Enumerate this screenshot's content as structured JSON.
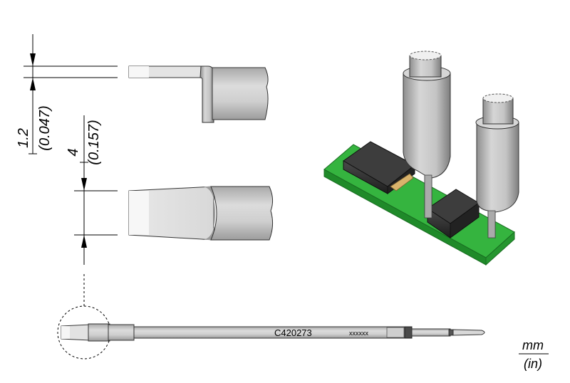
{
  "dimensions": {
    "thickness": {
      "mm": "1.2",
      "in": "(0.047)"
    },
    "width": {
      "mm": "4",
      "in": "(0.157)"
    }
  },
  "cartridge": {
    "part_number": "C420273",
    "secondary_marking": "xxxxxx"
  },
  "units": {
    "primary": "mm",
    "secondary": "(in)"
  },
  "colors": {
    "metal_light": "#e6e6e6",
    "metal_mid": "#bdbdbd",
    "metal_dark": "#8a8a8a",
    "pcb_green": "#2fb13a",
    "pcb_dark": "#1f7d27",
    "component_black": "#2b2b2b"
  }
}
